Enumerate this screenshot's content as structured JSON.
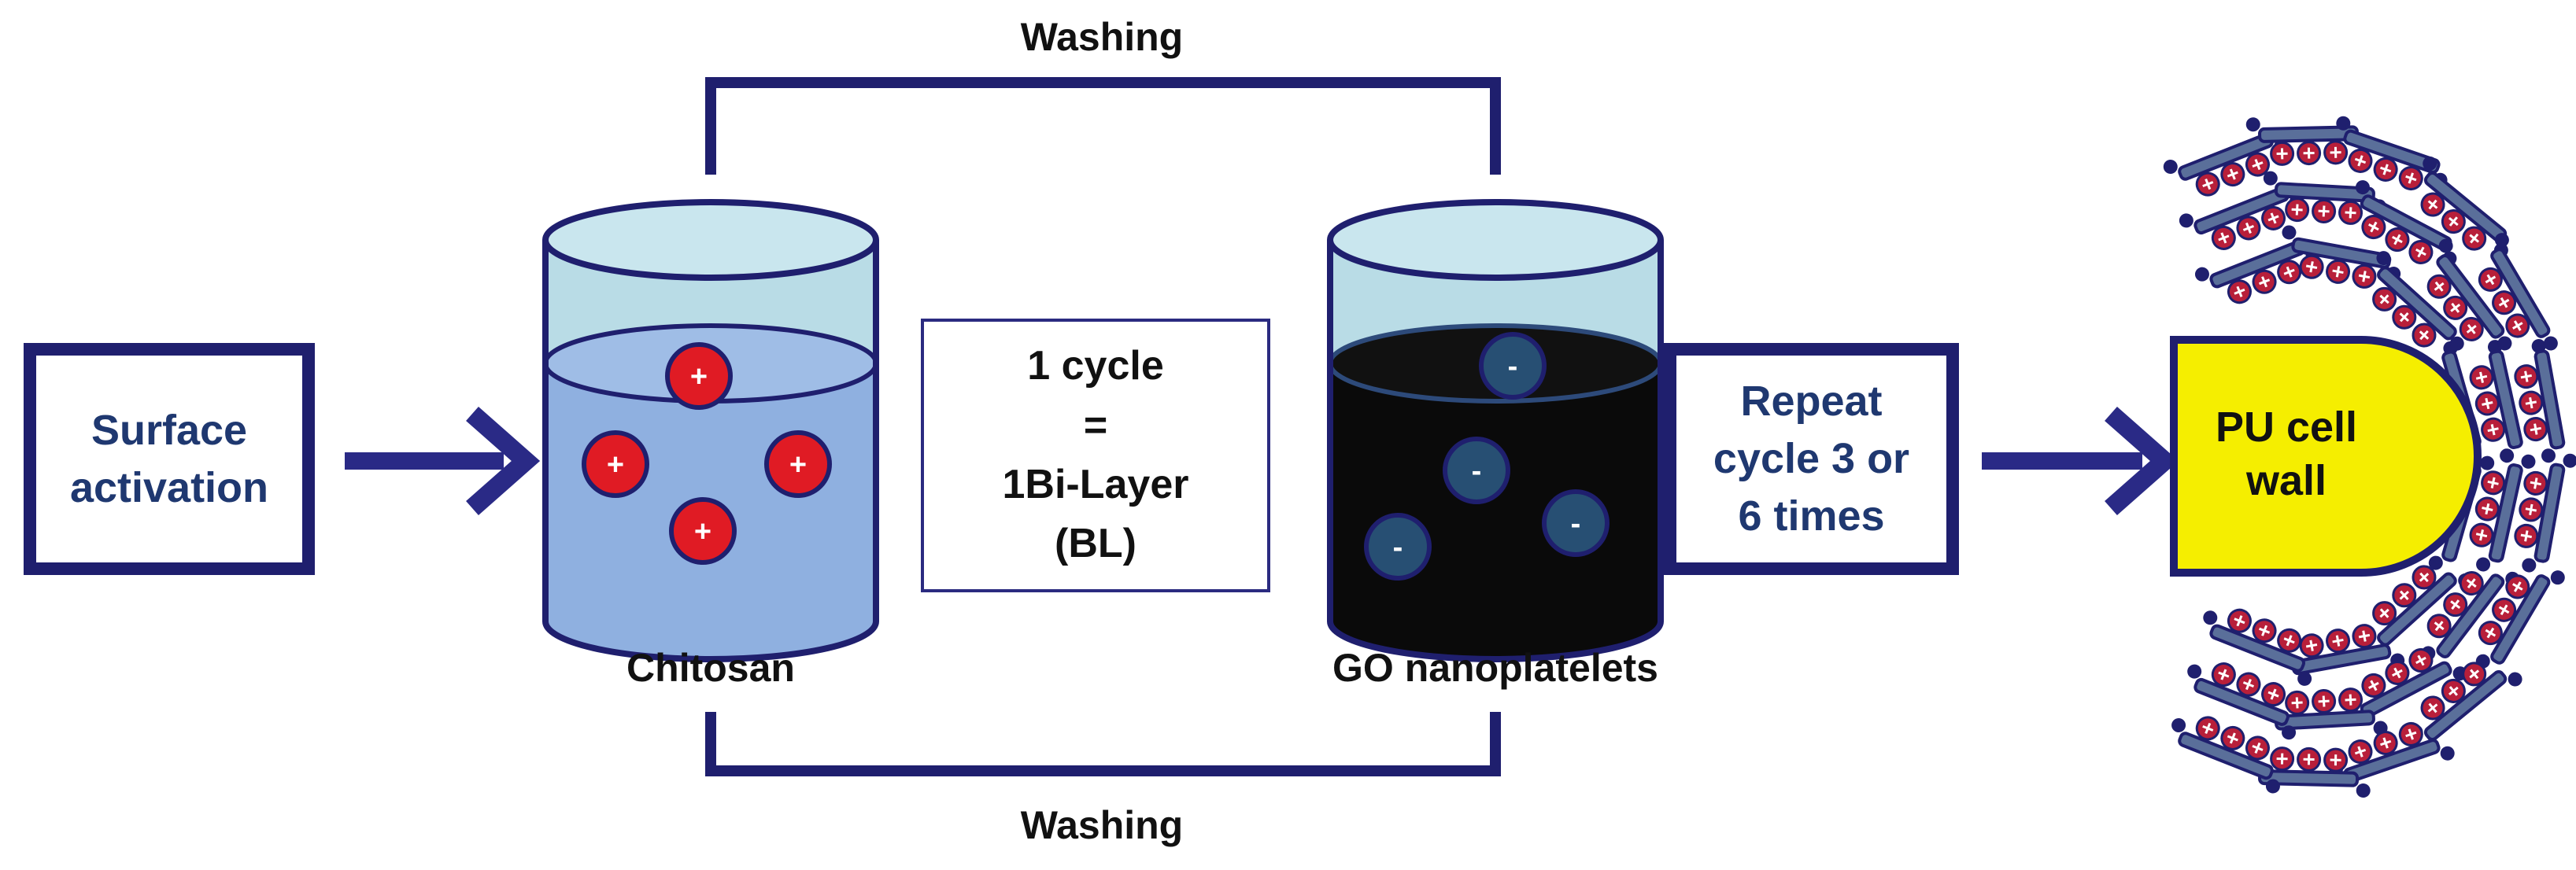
{
  "diagram": {
    "top_label": "Washing",
    "bottom_label": "Washing",
    "step_surface": "Surface\nactivation",
    "beaker_left_label": "Chitosan",
    "beaker_right_label": "GO nanoplatelets",
    "cycle_box": "1 cycle\n=\n1Bi-Layer\n(BL)",
    "repeat_box": "Repeat\ncycle 3 or\n6 times",
    "pu_label": "PU cell\nwall",
    "positive_symbol": "+",
    "negative_symbol": "-"
  },
  "colors": {
    "frame": "#1f1f6e",
    "arrow": "#2a2a86",
    "chitosan_liquid": "#8fb0e0",
    "beaker_empty": "#b9dce6",
    "go_liquid": "#0a0a0a",
    "positive_particle": "#e01b24",
    "negative_particle": "#274f73",
    "pu_wall": "#f5ee00"
  }
}
